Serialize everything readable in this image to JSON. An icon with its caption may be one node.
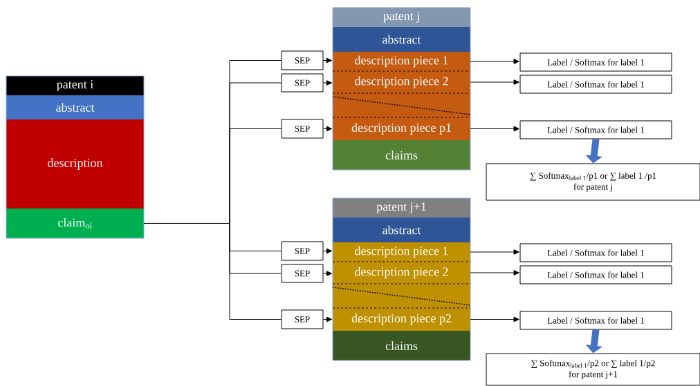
{
  "diagram": {
    "nodes": [
      {
        "text": [
          "patent i"
        ]
      },
      {
        "text": [
          "abstract"
        ]
      },
      {
        "text": [
          "description"
        ]
      },
      {
        "text": [
          "claim$_{oi}$"
        ]
      },
      {
        "text": [
          "patent j"
        ]
      },
      {
        "text": [
          "abstract"
        ]
      },
      {
        "text": [
          "description piece 1"
        ]
      },
      {
        "text": [
          "description piece 2"
        ]
      },
      {
        "text": [
          "description piece p1"
        ]
      },
      {
        "text": [
          "claims"
        ]
      },
      {
        "text": [
          "SEP"
        ]
      },
      {
        "text": [
          "SEP"
        ]
      },
      {
        "text": [
          "SEP"
        ]
      },
      {
        "text": [
          "Label / Softmax for label 1"
        ]
      },
      {
        "text": [
          "Label / Softmax for label 1"
        ]
      },
      {
        "text": [
          "Label / Softmax for label 1"
        ]
      },
      {
        "text": [
          "∑ Softmax$_{label 1}$/p1 or ∑ label 1 /p1",
          "for patent j"
        ]
      },
      {
        "text": [
          "patent j+1"
        ]
      },
      {
        "text": [
          "abstract"
        ]
      },
      {
        "text": [
          "description piece 1"
        ]
      },
      {
        "text": [
          "description piece 2"
        ]
      },
      {
        "text": [
          "description piece p2"
        ]
      },
      {
        "text": [
          "claims"
        ]
      },
      {
        "text": [
          "SEP"
        ]
      },
      {
        "text": [
          "SEP"
        ]
      },
      {
        "text": [
          "SEP"
        ]
      },
      {
        "text": [
          "Label / Softmax for label 1"
        ]
      },
      {
        "text": [
          "Label / Softmax for label 1"
        ]
      },
      {
        "text": [
          "Label / Softmax for label 1"
        ]
      },
      {
        "text": [
          "∑ Softmax$_{label 1}$/p2 or ∑ label 1/p2",
          "for patent j+1"
        ]
      },
      {
        "text": [],
        "shape": "box"
      },
      {
        "text": [],
        "shape": "box"
      }
    ],
    "edges": [
      {
        "from": 3,
        "to": 10,
        "arrow": "none"
      },
      {
        "from": 3,
        "to": 11,
        "arrow": "none"
      },
      {
        "from": 3,
        "to": 12,
        "arrow": "none"
      },
      {
        "from": 3,
        "to": 23,
        "arrow": "none"
      },
      {
        "from": 3,
        "to": 24,
        "arrow": "none"
      },
      {
        "from": 3,
        "to": 25,
        "arrow": "none"
      },
      {
        "from": 10,
        "to": 6,
        "arrow": "to"
      },
      {
        "from": 11,
        "to": 7,
        "arrow": "to"
      },
      {
        "from": 12,
        "to": 8,
        "arrow": "to"
      },
      {
        "from": 23,
        "to": 19,
        "arrow": "to"
      },
      {
        "from": 24,
        "to": 20,
        "arrow": "to"
      },
      {
        "from": 25,
        "to": 21,
        "arrow": "to"
      },
      {
        "from": 6,
        "to": 13,
        "arrow": "to"
      },
      {
        "from": 7,
        "to": 14,
        "arrow": "to"
      },
      {
        "from": 8,
        "to": 15,
        "arrow": "to"
      },
      {
        "from": 19,
        "to": 26,
        "arrow": "to"
      },
      {
        "from": 20,
        "to": 27,
        "arrow": "to"
      },
      {
        "from": 21,
        "to": 28,
        "arrow": "to"
      },
      {
        "from": 15,
        "to": 16,
        "arrow": "to",
        "style": "thick",
        "color": "#4472c4"
      },
      {
        "from": 28,
        "to": 29,
        "arrow": "to",
        "style": "thick",
        "color": "#4472c4"
      }
    ]
  }
}
